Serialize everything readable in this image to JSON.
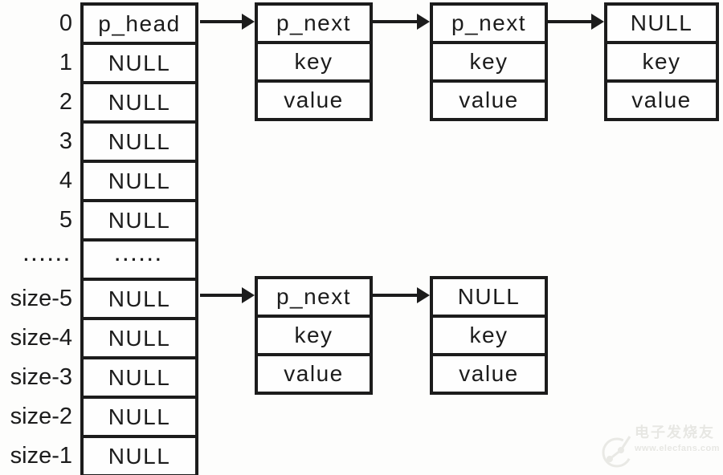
{
  "diagram": {
    "title_hint": "hash table with separate chaining",
    "colors": {
      "line": "#1c1c1c",
      "background": "#fdfdfc",
      "cell_fill": "#fefefe",
      "watermark": "#e7e7e3"
    },
    "array": {
      "rows": [
        {
          "label": "0",
          "cell": "p_head"
        },
        {
          "label": "1",
          "cell": "NULL"
        },
        {
          "label": "2",
          "cell": "NULL"
        },
        {
          "label": "3",
          "cell": "NULL"
        },
        {
          "label": "4",
          "cell": "NULL"
        },
        {
          "label": "5",
          "cell": "NULL"
        },
        {
          "label": "......",
          "cell": "......"
        },
        {
          "label": "size-5",
          "cell": "NULL"
        },
        {
          "label": "size-4",
          "cell": "NULL"
        },
        {
          "label": "size-3",
          "cell": "NULL"
        },
        {
          "label": "size-2",
          "cell": "NULL"
        },
        {
          "label": "size-1",
          "cell": "NULL"
        }
      ]
    },
    "chains": [
      {
        "bucket": "0",
        "nodes": [
          {
            "cells": [
              "p_next",
              "key",
              "value"
            ]
          },
          {
            "cells": [
              "p_next",
              "key",
              "value"
            ]
          },
          {
            "cells": [
              "NULL",
              "key",
              "value"
            ]
          }
        ]
      },
      {
        "bucket": "size-5",
        "nodes": [
          {
            "cells": [
              "p_next",
              "key",
              "value"
            ]
          },
          {
            "cells": [
              "NULL",
              "key",
              "value"
            ]
          }
        ]
      }
    ],
    "watermark": {
      "brand": "电子发烧友",
      "url": "www.elecfans.com"
    }
  }
}
